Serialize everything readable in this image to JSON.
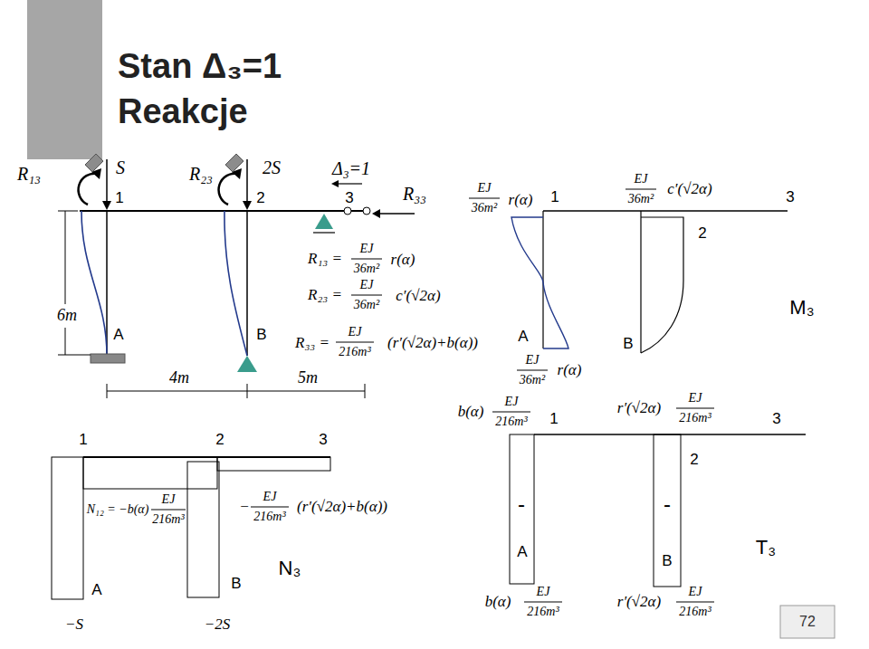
{
  "diagram": {
    "title": "Stan Δ₃=1 Reakcje",
    "labels": [
      "R₁₃",
      "S",
      "1",
      "R₂₃",
      "2S",
      "2",
      "Δ₃=1",
      "3",
      "R₃₃",
      "6m",
      "A",
      "B",
      "4m",
      "5m",
      "R₁₃ =",
      "EJ",
      "36m²",
      "r(α)",
      "R₂₃ =",
      "EJ",
      "36m²",
      "c′(√2α)",
      "R₃₃ =",
      "EJ",
      "216m³",
      "(r′(√2α)+b(α))",
      "EJ",
      "36m²",
      "r(α)",
      "1",
      "EJ",
      "36m²",
      "c′(√2α)",
      "3",
      "2",
      "M₃",
      "A",
      "B",
      "EJ",
      "36m²",
      "r(α)",
      "b(α)",
      "EJ",
      "216m³",
      "1",
      "r′(√2α)",
      "EJ",
      "216m³",
      "3",
      "2",
      "-",
      "-",
      "A",
      "B",
      "T₃",
      "b(α)",
      "EJ",
      "216m³",
      "r′(√2α)",
      "EJ",
      "216m³",
      "1",
      "2",
      "3",
      "N₁₂ = −b(α)",
      "EJ",
      "216m³",
      "−",
      "EJ",
      "216m³",
      "(r′(√2α)+b(α))",
      "A",
      "B",
      "N₃",
      "−S",
      "−2S",
      "72"
    ]
  }
}
